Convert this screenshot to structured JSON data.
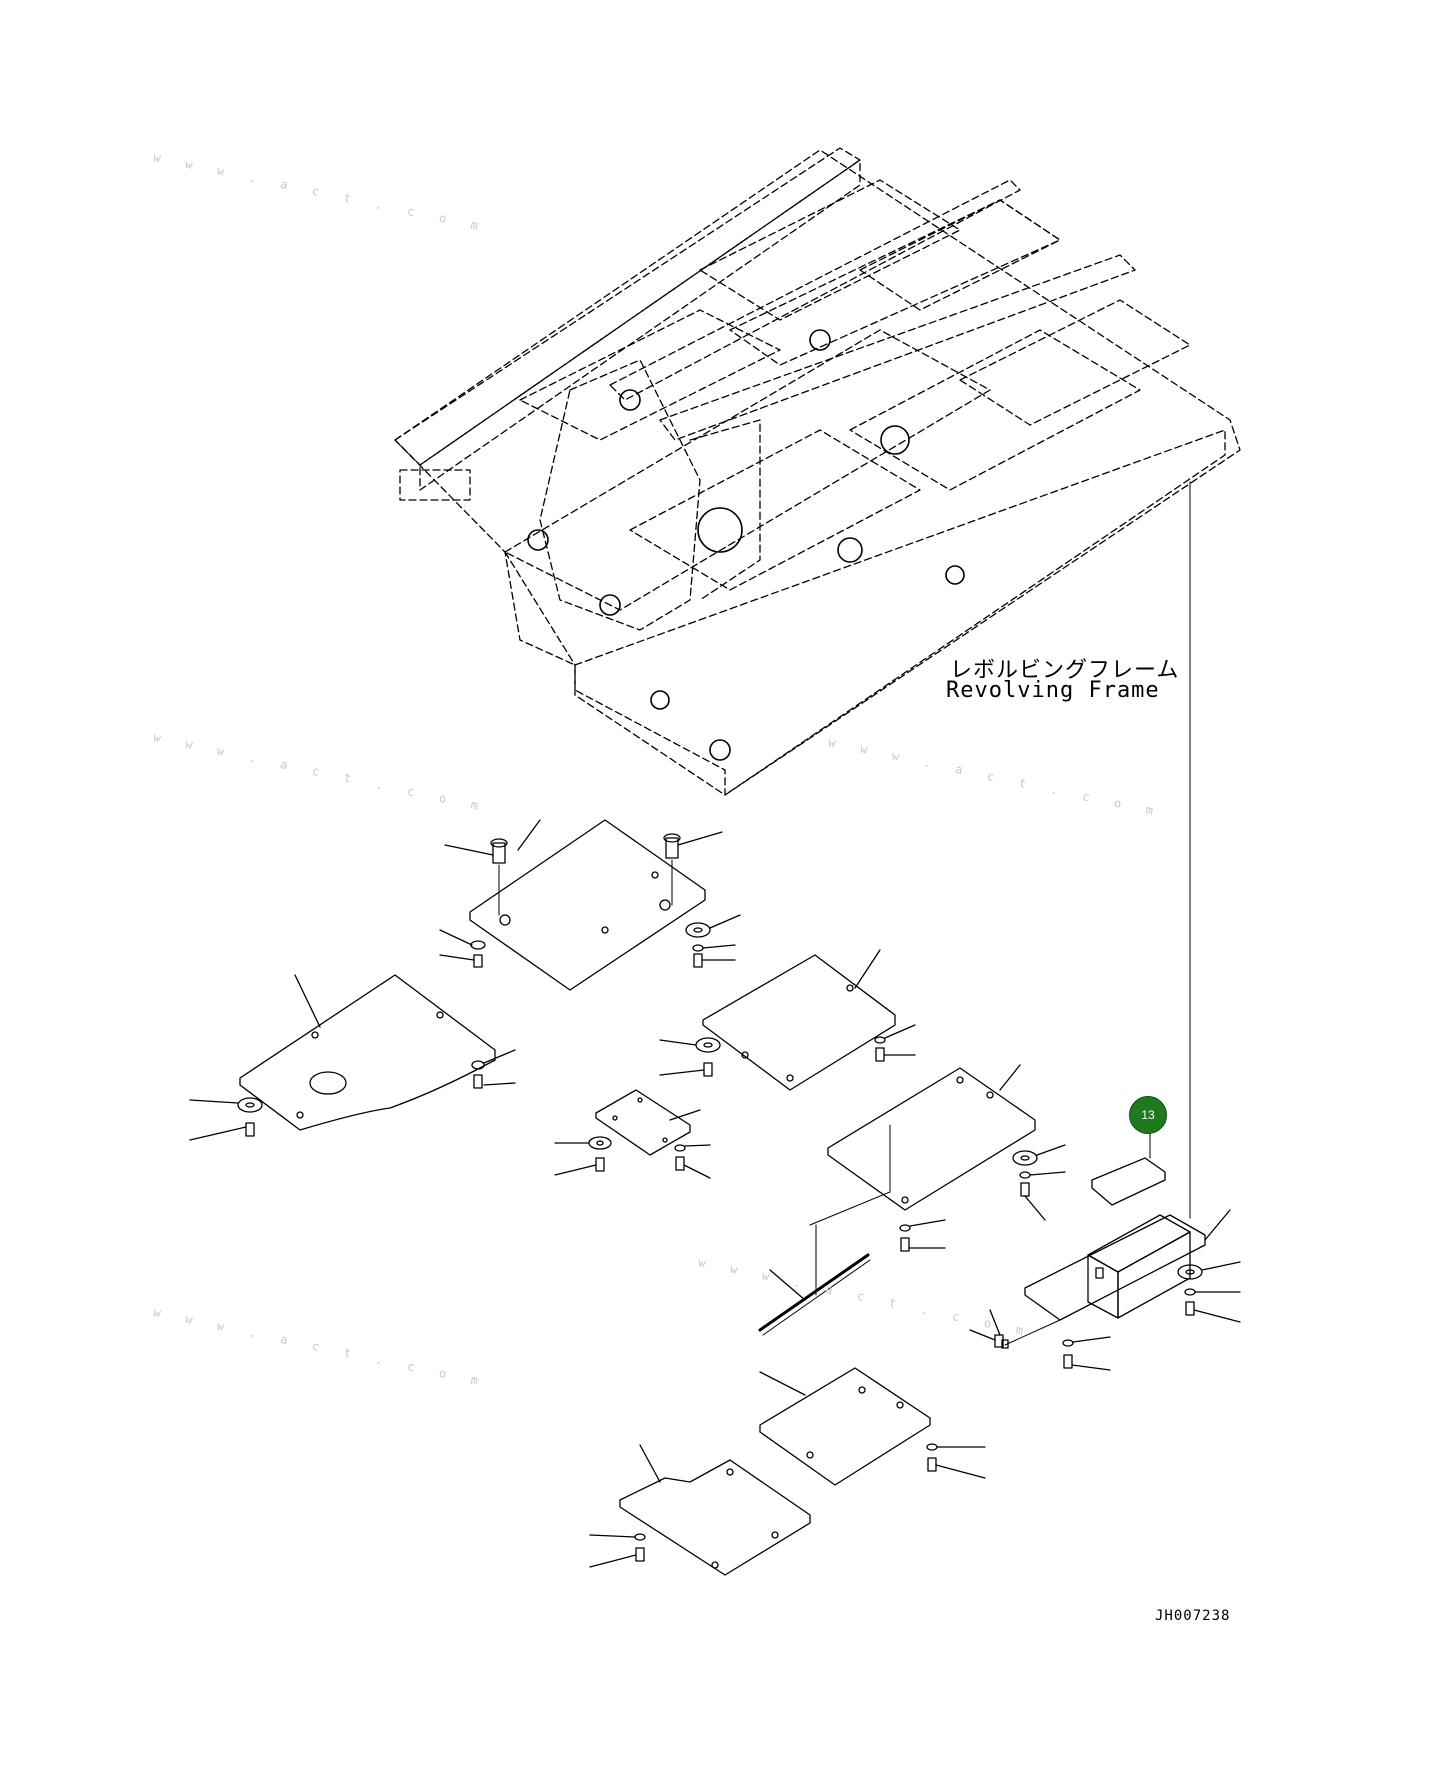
{
  "frame_label": {
    "japanese": "レボルビングフレーム",
    "english": "Revolving Frame"
  },
  "callout": {
    "number": "13",
    "color": "#1f7a1f"
  },
  "drawing_id": "JH007238",
  "watermark": {
    "text": "w w w . a c t . c o m"
  },
  "line_color": "#000000"
}
